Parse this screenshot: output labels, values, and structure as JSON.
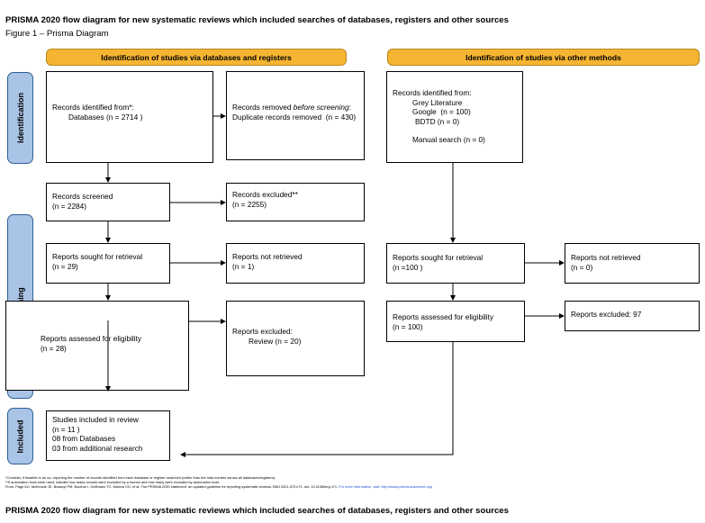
{
  "title": "PRISMA 2020 flow diagram for new systematic reviews which included searches of databases, registers and other sources",
  "subtitle": "Figure 1 – Prisma Diagram",
  "bottom_title": "PRISMA 2020 flow diagram for new systematic reviews which included searches of databases, registers and other sources",
  "colors": {
    "banner": "#f5b532",
    "phase": "#a9c4e6",
    "phase_border": "#2f5f96"
  },
  "banners": {
    "databases": "Identification of studies via databases and registers",
    "other": "Identification of studies via other methods"
  },
  "phases": {
    "identification": "Identification",
    "screening": "Screening",
    "included": "Included"
  },
  "boxes": {
    "records_identified": {
      "line1": "Records identified from*:",
      "line2": "Databases (n = 2714 )"
    },
    "records_removed": {
      "line1_pre": "Records removed ",
      "line1_em": "before screening",
      "line1_post": ":",
      "line2": "Duplicate records removed  (n = 430)"
    },
    "other_identified": {
      "line1": "Records identified from:",
      "line2": "Grey Literature",
      "line3": "Google  (n = 100)",
      "line4": "BDTD (n = 0)",
      "line5": "Manual search (n = 0)"
    },
    "records_screened": {
      "line1": "Records screened",
      "line2": "(n = 2284)"
    },
    "records_excluded": {
      "line1": "Records excluded**",
      "line2": "(n = 2255)"
    },
    "sought_db": {
      "line1": "Reports sought for retrieval",
      "line2": "(n = 29)"
    },
    "not_retrieved_db": {
      "line1": "Reports not retrieved",
      "line2": "(n = 1)"
    },
    "sought_other": {
      "line1": "Reports sought for retrieval",
      "line2": "(n =100 )"
    },
    "not_retrieved_other": {
      "line1": "Reports not retrieved",
      "line2": "(n = 0)"
    },
    "assessed_db": {
      "line1": "Reports assessed for eligibility",
      "line2": "(n = 28)"
    },
    "excluded_db": {
      "line1": "Reports excluded:",
      "line2": "Review (n = 20)"
    },
    "assessed_other": {
      "line1": "Reports assessed for eligibility",
      "line2": "(n = 100)"
    },
    "excluded_other": {
      "line1": "Reports excluded: 97"
    },
    "included": {
      "line1": "Studies included in review",
      "line2": "(n = 11 )",
      "line3": "08 from Databases",
      "line4": "03 from additional research"
    }
  },
  "footnotes": {
    "line1": "*Consider, if feasible to do so, reporting the number of records identified from each database or register searched (rather than the total number across all databases/registers).",
    "line2": "**If automation tools were used, indicate how many records were excluded by a human and how many were excluded by automation tools.",
    "line3": "From:  Page MJ, McKenzie JE, Bossuyt PM, Boutron I, Hoffmann TC, Mulrow CD, et al. The PRISMA 2020 statement: an updated guideline for reporting systematic reviews. BMJ 2021;372:n71. doi: 10.1136/bmj.n71.",
    "line3_link": "For more information, visit: http://www.prisma-statement.org/"
  }
}
